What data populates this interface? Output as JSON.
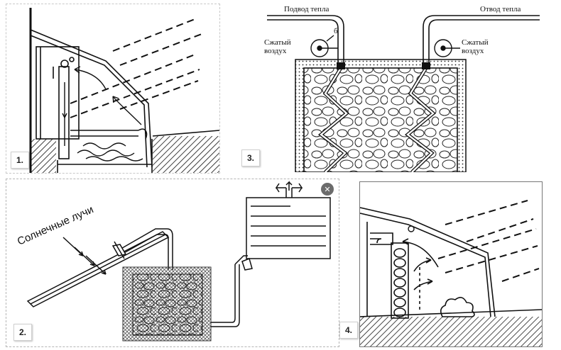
{
  "panels": {
    "p1": {
      "number": "1."
    },
    "p2": {
      "number": "2.",
      "sun_rays_label": "Солнечные лучи"
    },
    "p3": {
      "number": "3.",
      "heat_in_label": "Подвод тепла",
      "heat_out_label": "Отвод тепла",
      "compressed_air_left_line1": "Сжатый",
      "compressed_air_left_line2": "воздух",
      "compressed_air_right_line1": "Сжатый",
      "compressed_air_right_line2": "воздух",
      "marker": "б"
    },
    "p4": {
      "number": "4."
    }
  },
  "controls": {
    "close_icon": "close-icon",
    "close_glyph": "✕"
  },
  "colors": {
    "line": "#1a1a1a",
    "badge_border": "#d0d0d0",
    "close_bg": "#6b6b6b"
  }
}
